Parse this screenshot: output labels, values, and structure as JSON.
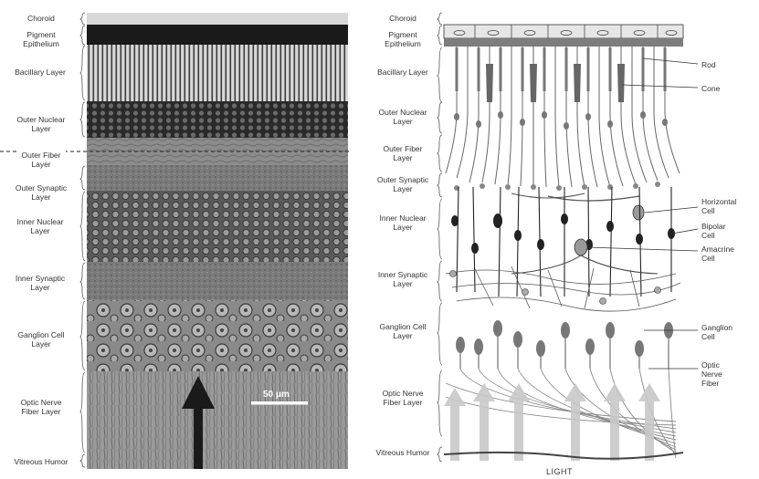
{
  "left_panel": {
    "layers": [
      {
        "key": "choroid",
        "label": "Choroid"
      },
      {
        "key": "pigment",
        "label": "Pigment Epithelium"
      },
      {
        "key": "bacillary",
        "label": "Bacillary Layer"
      },
      {
        "key": "outer_nuclear",
        "label": "Outer Nuclear Layer"
      },
      {
        "key": "outer_fiber",
        "label": "Outer Fiber Layer"
      },
      {
        "key": "outer_synaptic",
        "label": "Outer Synaptic Layer"
      },
      {
        "key": "inner_nuclear",
        "label": "Inner Nuclear Layer"
      },
      {
        "key": "inner_synaptic",
        "label": "Inner Synaptic Layer"
      },
      {
        "key": "ganglion",
        "label": "Ganglion Cell Layer"
      },
      {
        "key": "optic",
        "label": "Optic Nerve Fiber Layer"
      },
      {
        "key": "vitreous",
        "label": "Vitreous Humor"
      }
    ],
    "scale_bar": "50 μm"
  },
  "right_panel": {
    "layers": [
      {
        "key": "choroid",
        "label": "Choroid"
      },
      {
        "key": "pigment",
        "label": "Pigment Epithelium"
      },
      {
        "key": "bacillary",
        "label": "Bacillary Layer"
      },
      {
        "key": "outer_nuclear",
        "label": "Outer Nuclear Layer"
      },
      {
        "key": "outer_fiber",
        "label": "Outer Fiber Layer"
      },
      {
        "key": "outer_synaptic",
        "label": "Outer Synaptic Layer"
      },
      {
        "key": "inner_nuclear",
        "label": "Inner Nuclear Layer"
      },
      {
        "key": "inner_synaptic",
        "label": "Inner Synaptic Layer"
      },
      {
        "key": "ganglion",
        "label": "Ganglion Cell Layer"
      },
      {
        "key": "optic",
        "label": "Optic Nerve Fiber Layer"
      },
      {
        "key": "vitreous",
        "label": "Vitreous Humor"
      }
    ],
    "cell_labels": {
      "rod": "Rod",
      "cone": "Cone",
      "horizontal": "Horizontal Cell",
      "bipolar": "Bipolar Cell",
      "amacrine": "Amacrine Cell",
      "ganglion": "Ganglion Cell",
      "optic_nerve": "Optic Nerve Fiber"
    },
    "light_label": "LIGHT"
  }
}
